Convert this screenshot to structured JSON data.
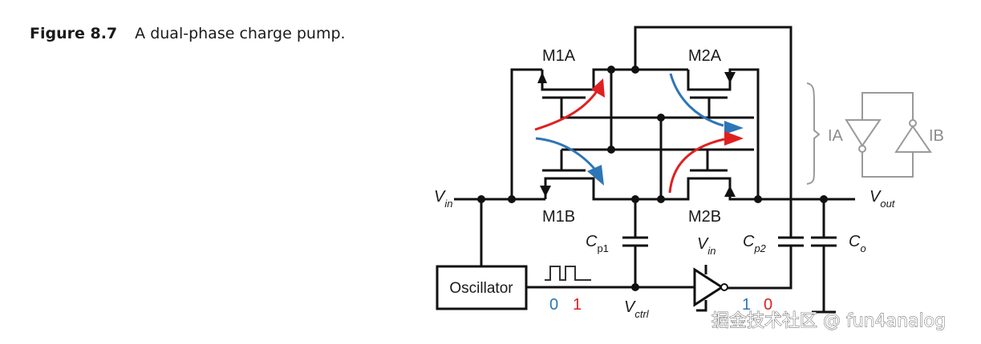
{
  "caption": {
    "number": "Figure 8.7",
    "text": "A dual-phase charge pump."
  },
  "transistors": {
    "m1a": "M1A",
    "m2a": "M2A",
    "m1b": "M1B",
    "m2b": "M2B"
  },
  "nodes": {
    "vin_main": "V",
    "vin_main_sub": "in",
    "vout": "V",
    "vout_sub": "out",
    "vctrl": "V",
    "vctrl_sub": "ctrl",
    "vin_inv": "V",
    "vin_inv_sub": "in"
  },
  "capacitors": {
    "cp1": "C",
    "cp1_sub": "p1",
    "cp2": "C",
    "cp2_sub": "p2",
    "co": "C",
    "co_sub": "o"
  },
  "blocks": {
    "oscillator": "Oscillator"
  },
  "latch": {
    "ia": "IA",
    "ib": "IB"
  },
  "phases": {
    "left_0": "0",
    "left_1": "1",
    "right_1": "1",
    "right_0": "0"
  },
  "colors": {
    "phase0_blue": "#2e75b6",
    "phase1_red": "#e02020",
    "wire": "#111111",
    "annotation_gray": "#9a9a9a"
  },
  "watermark": "掘金技术社区 @ fun4analog"
}
